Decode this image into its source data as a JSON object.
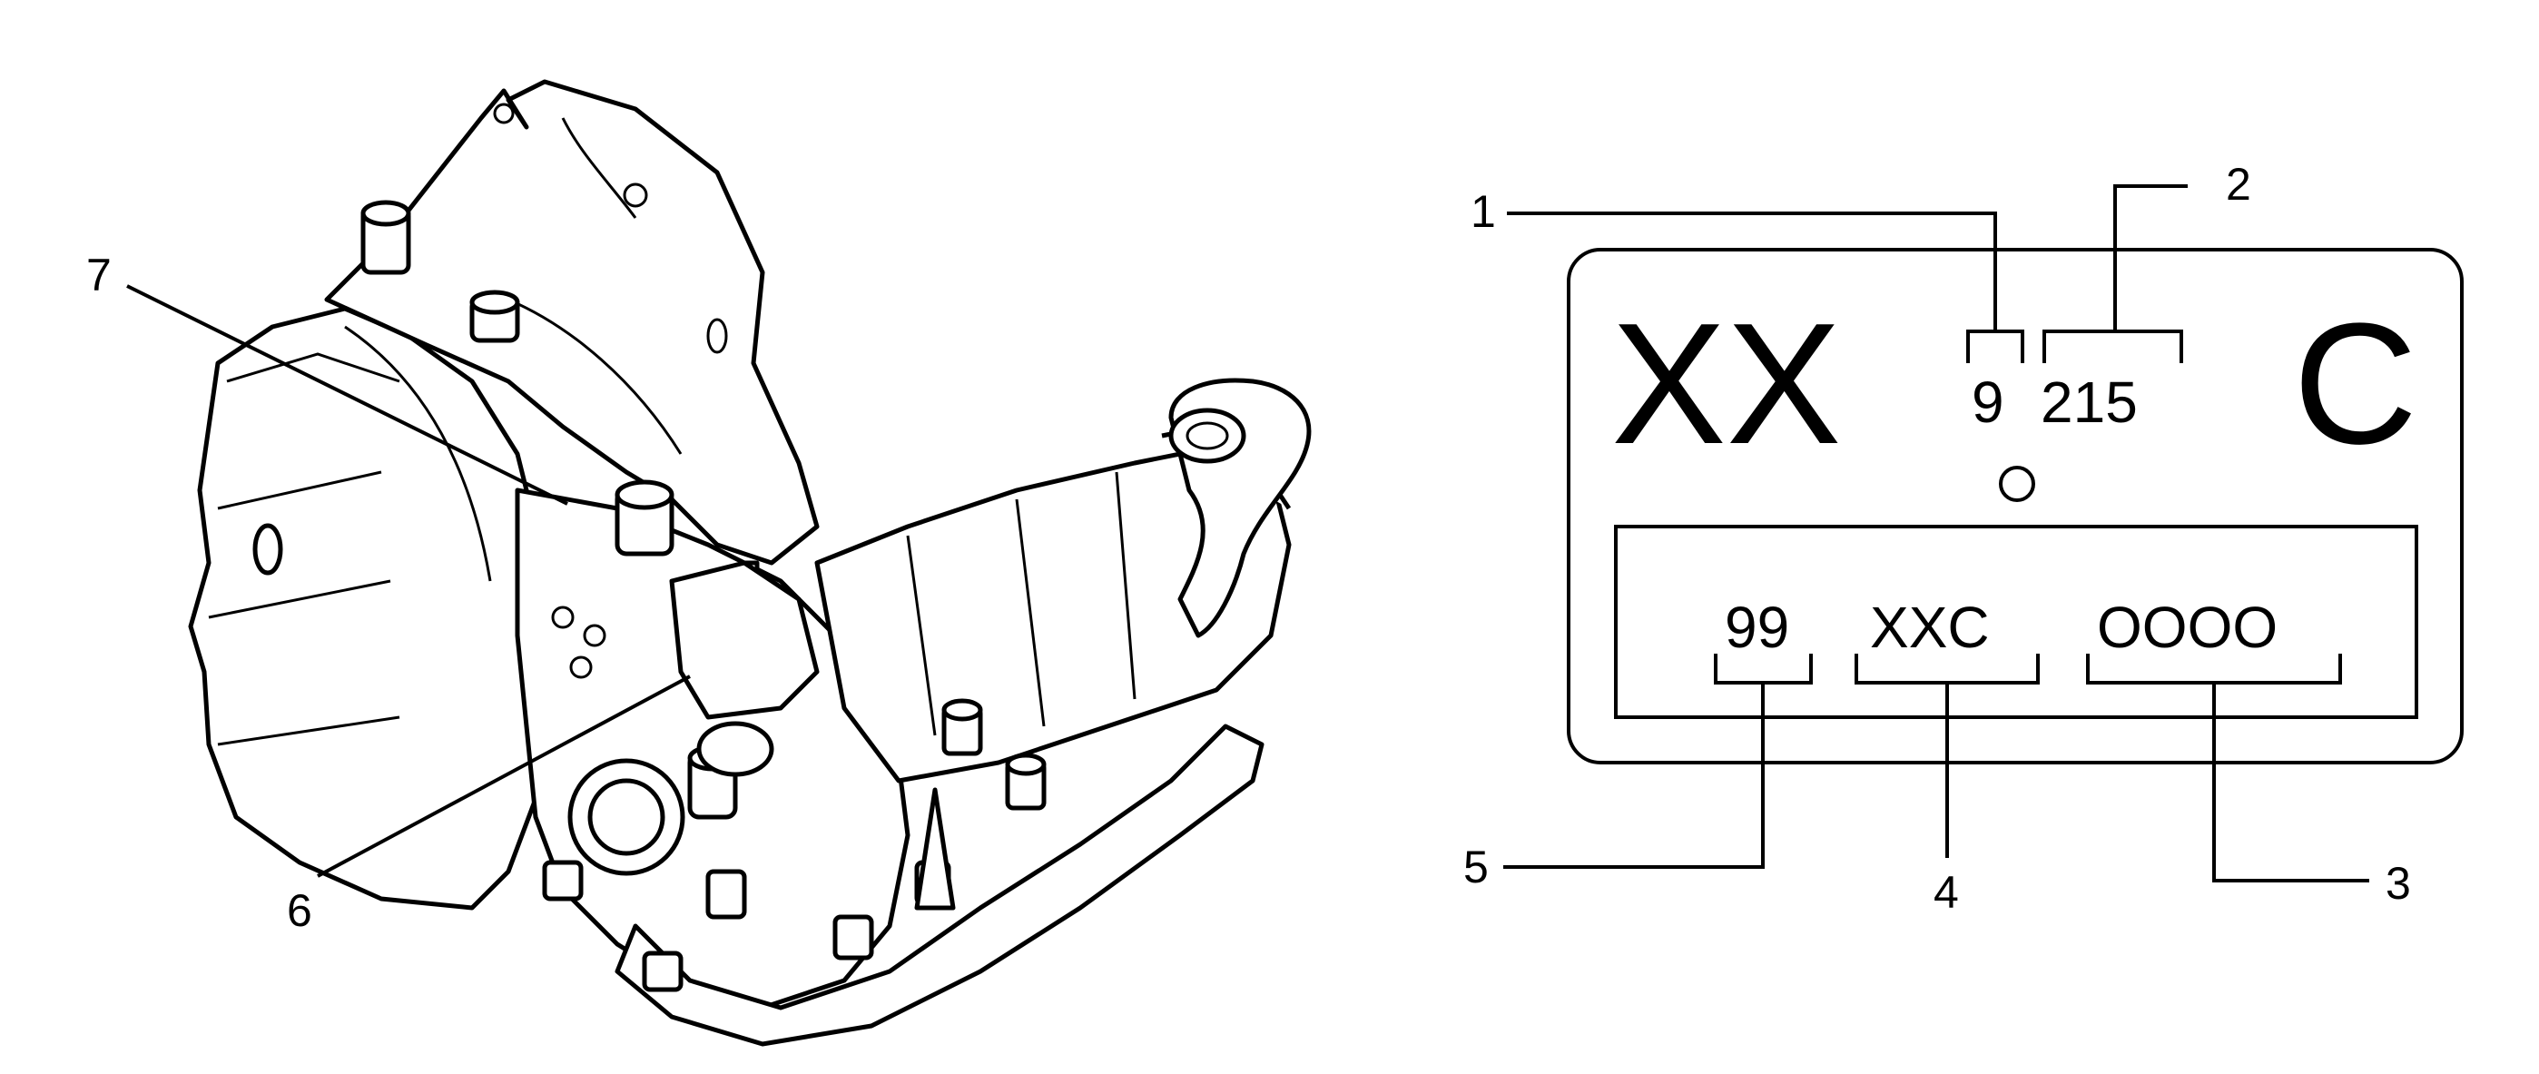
{
  "callouts": {
    "c1": "1",
    "c2": "2",
    "c3": "3",
    "c4": "4",
    "c5": "5",
    "c6": "6",
    "c7": "7"
  },
  "id_plate": {
    "top_left_code": "XX",
    "model_year_digit": "9",
    "day_code": "215",
    "top_right_code": "C",
    "lower_left_code": "99",
    "lower_middle_code": "XXC",
    "lower_right_code": "OOOO"
  },
  "colors": {
    "line": "#000000",
    "background": "#ffffff"
  }
}
